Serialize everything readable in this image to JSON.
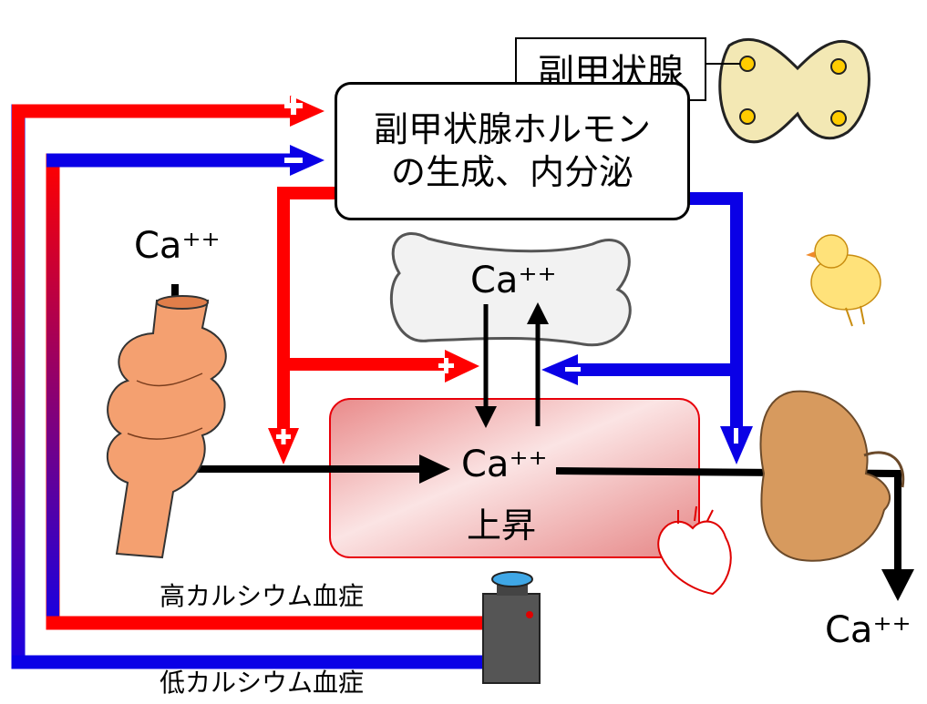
{
  "parathyroid_label": "副甲状腺",
  "hormone_box": {
    "line1": "副甲状腺ホルモン",
    "line2": "の生成、内分泌"
  },
  "calcium_labels": {
    "intestine": "Ca⁺⁺",
    "bone": "Ca⁺⁺",
    "blood": "Ca⁺⁺",
    "urine": "Ca⁺⁺"
  },
  "blood_box_label": "上昇",
  "condition_labels": {
    "hyper": "高カルシウム血症",
    "hypo": "低カルシウム血症"
  },
  "colors": {
    "stimulate": "#ff0000",
    "inhibit": "#0000ee",
    "calcium_flow": "#000000",
    "blood_box_fill": "#f4b6b6",
    "parathyroid_fill": "#f3e8b4",
    "bone_fill": "#f2f2f2",
    "intestine_fill": "#f4a070",
    "kidney_fill": "#d79a5e"
  }
}
